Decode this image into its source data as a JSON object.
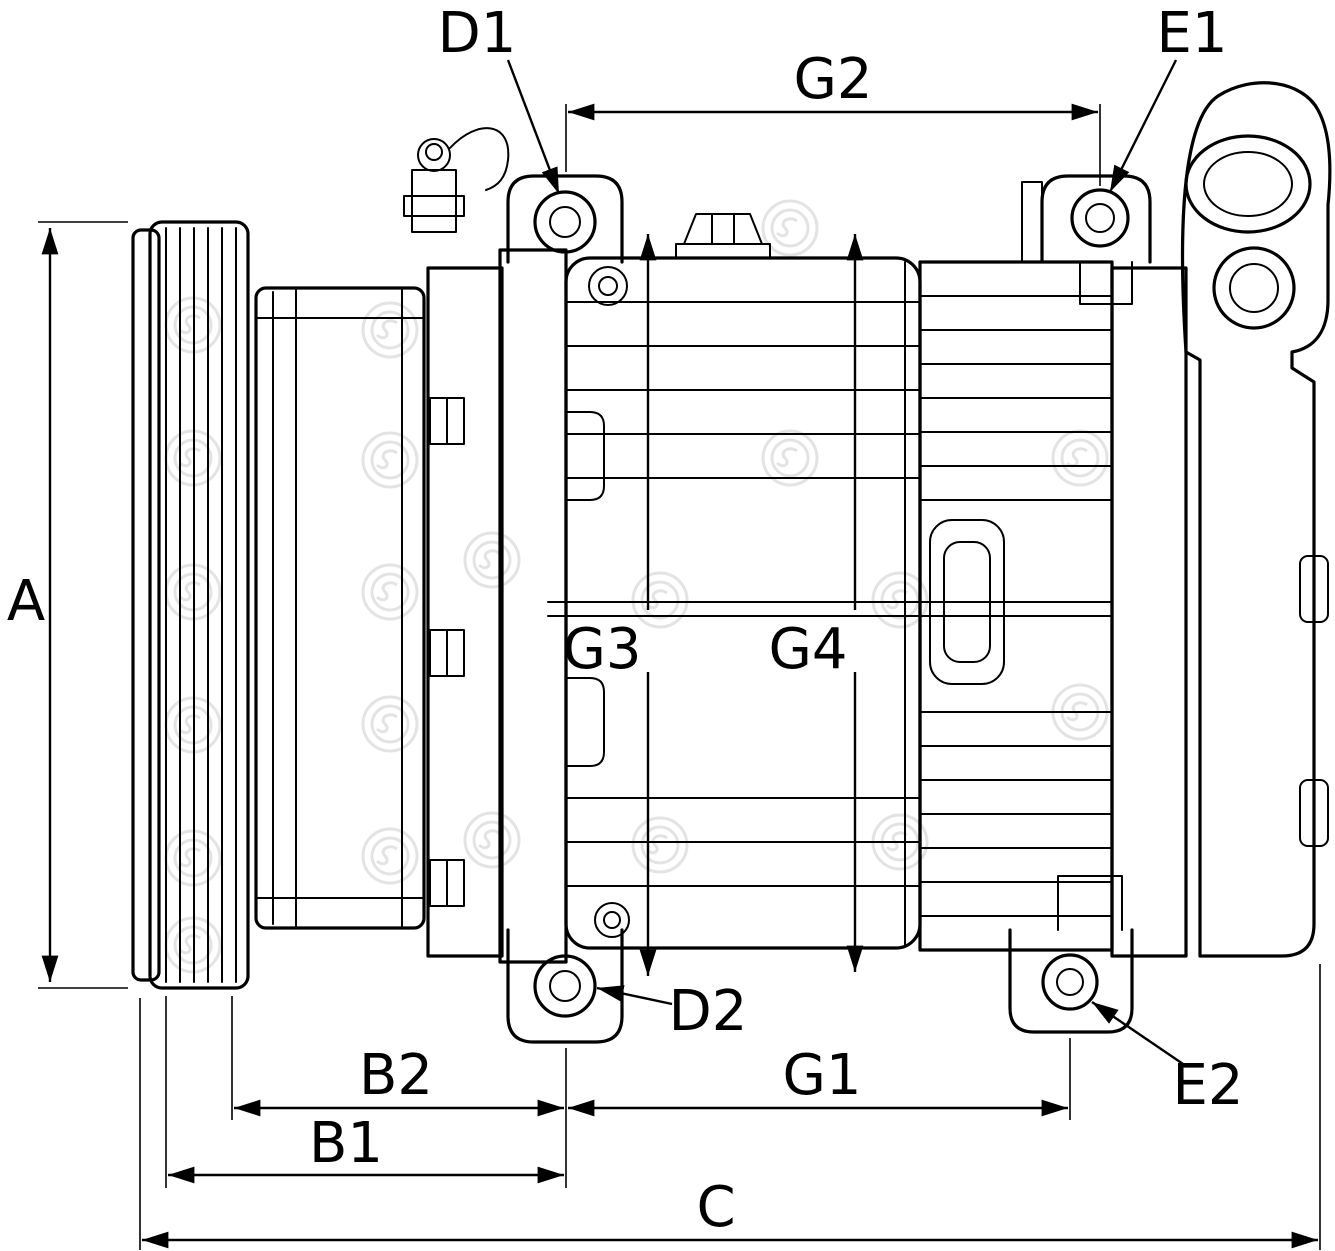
{
  "diagram": {
    "type": "technical_line_drawing",
    "subject": "Automotive A/C compressor side view with dimension callouts",
    "background": "#ffffff",
    "line_color": "#000000",
    "watermark_color": "#d4d4d4",
    "labels": {
      "a": "A",
      "b1": "B1",
      "b2": "B2",
      "c": "C",
      "d1": "D1",
      "d2": "D2",
      "e1": "E1",
      "e2": "E2",
      "g1": "G1",
      "g2": "G2",
      "g3": "G3",
      "g4": "G4"
    }
  }
}
